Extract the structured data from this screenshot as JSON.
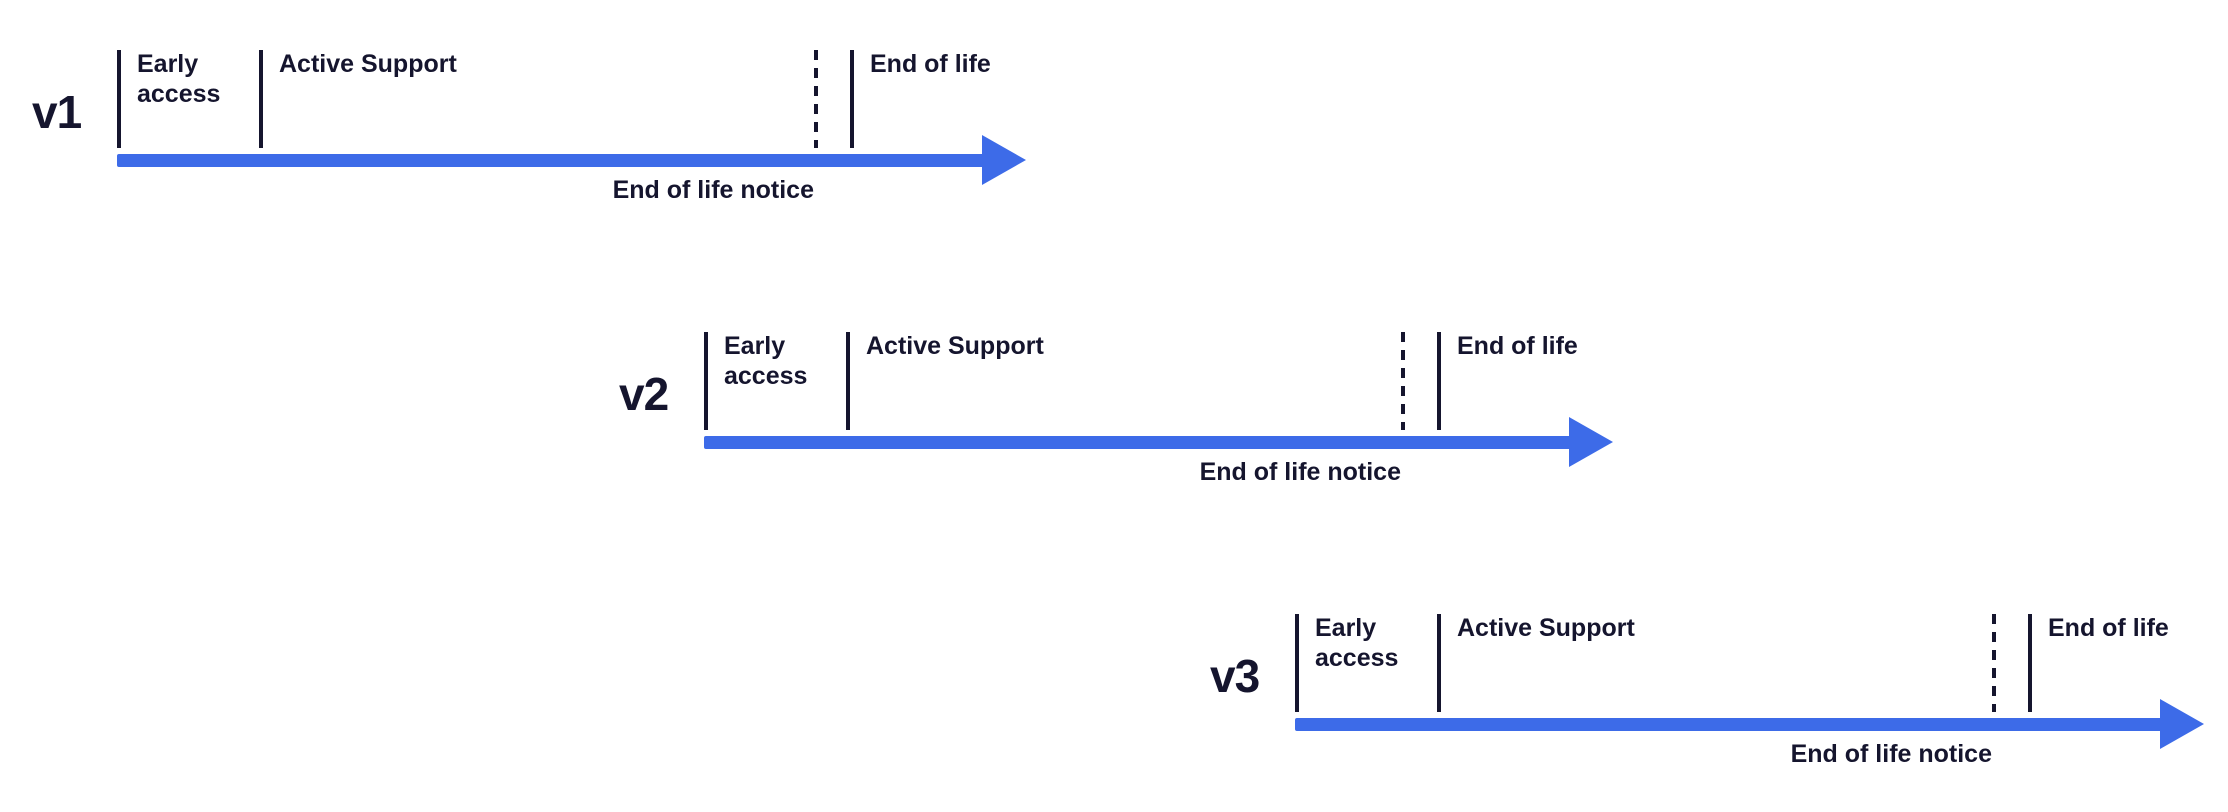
{
  "diagram": {
    "arrow_color": "#3D6BE8",
    "text_color": "#15152E",
    "timelines": [
      {
        "version": "v1",
        "early_access": "Early access",
        "active_support": "Active Support",
        "end_of_life": "End of life",
        "eol_notice": "End of life notice"
      },
      {
        "version": "v2",
        "early_access": "Early access",
        "active_support": "Active Support",
        "end_of_life": "End of life",
        "eol_notice": "End of life notice"
      },
      {
        "version": "v3",
        "early_access": "Early access",
        "active_support": "Active Support",
        "end_of_life": "End of life",
        "eol_notice": "End of life notice"
      }
    ]
  }
}
